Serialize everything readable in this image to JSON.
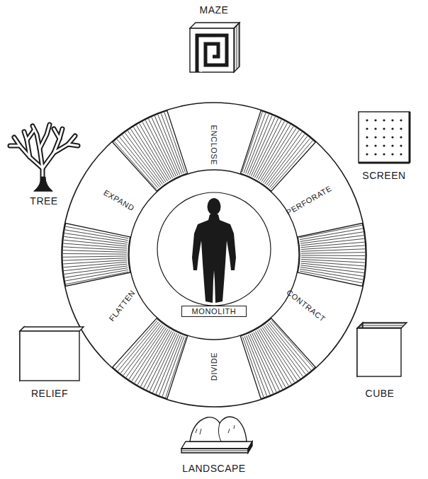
{
  "diagram": {
    "nodes": [
      {
        "text": [
          "MAZE"
        ]
      },
      {
        "text": [
          "TREE"
        ]
      },
      {
        "text": [
          "ENCLOSE"
        ]
      },
      {
        "text": [
          "SCREEN"
        ]
      },
      {
        "text": [
          "EXPAND"
        ]
      },
      {
        "text": [
          "PERFORATE"
        ]
      },
      {
        "text": [
          "FLATTEN"
        ]
      },
      {
        "text": [
          "CONTRACT"
        ]
      },
      {
        "text": [
          "MONOLITH"
        ]
      },
      {
        "text": [
          "RELIEF"
        ]
      },
      {
        "text": [
          "CUBE"
        ]
      },
      {
        "text": [
          "DIVIDE"
        ]
      },
      {
        "text": [
          "LANDSCAPE"
        ]
      }
    ]
  }
}
